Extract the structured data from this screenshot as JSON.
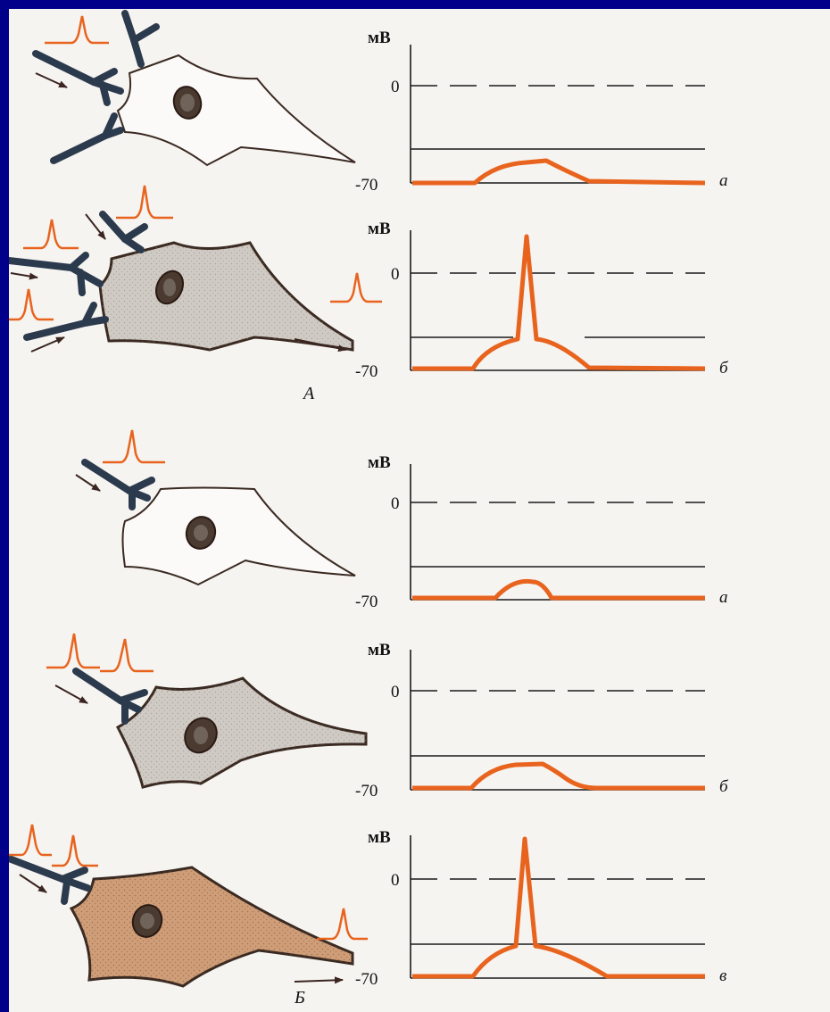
{
  "colors": {
    "border": "#00008b",
    "page": "#f6f4f1",
    "trace": "#e8641e",
    "axon": "#2c3a4d",
    "nucleus": "#3c2c24",
    "cell_light": "#cfcac3",
    "cell_dark": "#cf9e78"
  },
  "panels": {
    "A": {
      "letter": "А"
    },
    "B": {
      "letter": "Б"
    }
  },
  "graphs": [
    {
      "unit": "мВ",
      "zero_label": "0",
      "rest_label": "-70",
      "trace_label": "а"
    },
    {
      "unit": "мВ",
      "zero_label": "0",
      "rest_label": "-70",
      "trace_label": "б"
    },
    {
      "unit": "мВ",
      "zero_label": "0",
      "rest_label": "-70",
      "trace_label": "а"
    },
    {
      "unit": "мВ",
      "zero_label": "0",
      "rest_label": "-70",
      "trace_label": "б"
    },
    {
      "unit": "мВ",
      "zero_label": "0",
      "rest_label": "-70",
      "trace_label": "в"
    }
  ],
  "icons": [
    "action-potential-icon",
    "arrow-icon"
  ]
}
